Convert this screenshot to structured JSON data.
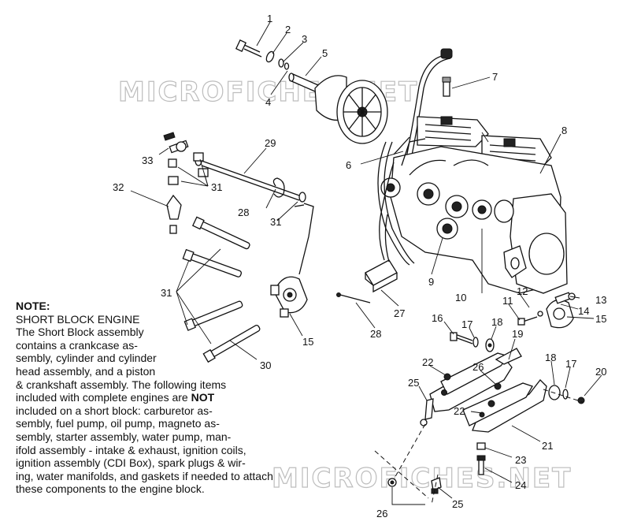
{
  "watermarks": [
    "MICROFICHES.NET",
    "MICROFICHES.NET"
  ],
  "note": {
    "title": "NOTE:",
    "lines": [
      "SHORT BLOCK ENGINE",
      "The Short Block assembly",
      "contains a crankcase as-",
      "sembly, cylinder and cylinder",
      "head assembly, and a piston",
      "& crankshaft assembly.  The following items",
      "included with complete engines are ",
      "included on a short block:  carburetor as-",
      "sembly, fuel pump, oil pump, magneto as-",
      "sembly, starter assembly, water pump, man-",
      "ifold assembly - intake & exhaust, ignition coils,",
      "ignition assembly (CDI Box), spark plugs & wir-",
      "ing, water manifolds, and gaskets if needed to attach",
      "these components to the engine block."
    ],
    "emphasis": "NOT"
  },
  "callouts": [
    "1",
    "2",
    "3",
    "4",
    "5",
    "7",
    "6",
    "8",
    "29",
    "33",
    "32",
    "31",
    "28",
    "31",
    "9",
    "31",
    "10",
    "27",
    "12",
    "11",
    "13",
    "14",
    "15",
    "16",
    "17",
    "18",
    "28",
    "15",
    "30",
    "19",
    "22",
    "26",
    "20",
    "18",
    "17",
    "25",
    "22",
    "21",
    "23",
    "24",
    "25",
    "26"
  ]
}
